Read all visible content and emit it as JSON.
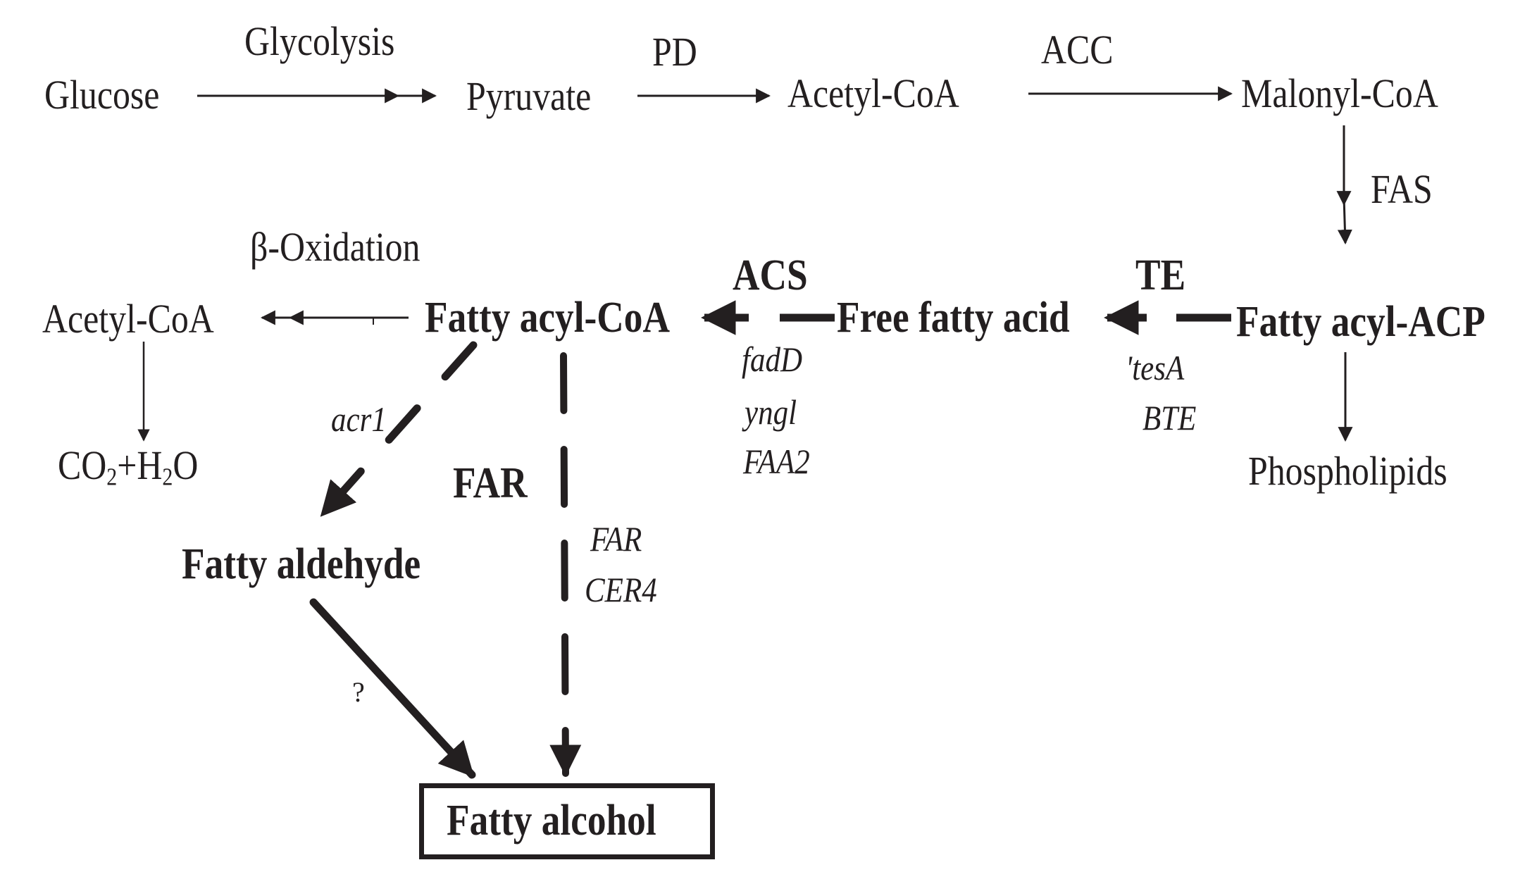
{
  "nodes": {
    "glucose": "Glucose",
    "pyruvate": "Pyruvate",
    "acetyl_coa_top": "Acetyl-CoA",
    "malonyl_coa": "Malonyl-CoA",
    "fatty_acyl_acp": "Fatty acyl-ACP",
    "free_fatty_acid": "Free fatty acid",
    "fatty_acyl_coa": "Fatty acyl-CoA",
    "acetyl_coa_left": "Acetyl-CoA",
    "co2": "CO",
    "co2_sub": "2",
    "plus_h": "+H",
    "h2o_sub": "2",
    "h2o_o": "O",
    "phospholipids": "Phospholipids",
    "fatty_aldehyde": "Fatty aldehyde",
    "fatty_alcohol": "Fatty alcohol"
  },
  "enzymes": {
    "glycolysis": "Glycolysis",
    "pd": "PD",
    "acc": "ACC",
    "fas": "FAS",
    "te": "TE",
    "acs": "ACS",
    "beta_oxidation": "β-Oxidation",
    "far": "FAR",
    "unknown": "?"
  },
  "genes": {
    "te_genes": [
      "'tesA",
      "BTE"
    ],
    "acs_genes": [
      "fadD",
      "yngl",
      "FAA2"
    ],
    "acr": "acr1",
    "far_genes": [
      "FAR",
      "CER4"
    ]
  }
}
